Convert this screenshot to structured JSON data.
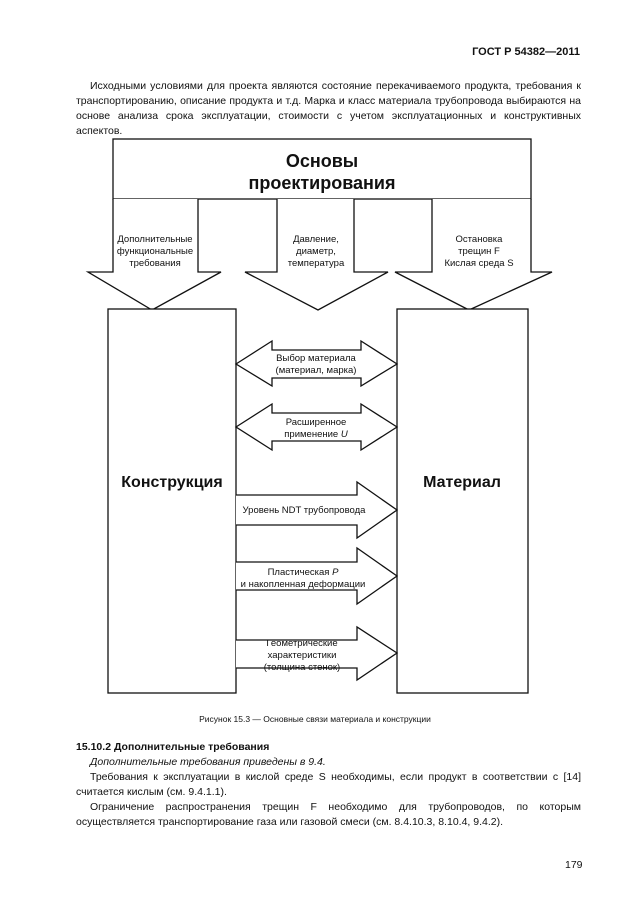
{
  "header": {
    "doc_id": "ГОСТ Р 54382—2011"
  },
  "intro": {
    "text": "Исходными условиями для проекта являются состояние перекачиваемого продукта, требования к транспортированию, описание продукта и т.д. Марка и класс материала трубопровода выбираются на основе анализа срока эксплуатации, стоимости с учетом эксплуатационных и конструктивных аспектов."
  },
  "figure": {
    "top_box": {
      "line1": "Основы",
      "line2": "проектирования"
    },
    "down_arrows": [
      {
        "lines": [
          "Дополнительные",
          "функциональные",
          "требования"
        ]
      },
      {
        "lines": [
          "Давление,",
          "диаметр,",
          "температура"
        ]
      },
      {
        "lines": [
          "Остановка",
          "трещин F",
          "Кислая среда S"
        ]
      }
    ],
    "left_box": "Конструкция",
    "right_box": "Материал",
    "links": [
      {
        "lines": [
          "Выбор материала",
          "(материал, марка)"
        ],
        "kind": "double"
      },
      {
        "lines": [
          "Расширенное",
          "применение U"
        ],
        "kind": "double"
      },
      {
        "lines": [
          "Уровень NDT трубопровода"
        ],
        "kind": "right"
      },
      {
        "lines": [
          "Пластическая P",
          "и накопленная деформации"
        ],
        "kind": "right"
      },
      {
        "lines": [
          "Геометрические",
          "характеристики",
          "(толщина стенок)"
        ],
        "kind": "right"
      }
    ],
    "caption": "Рисунок 15.3 — Основные связи материала и конструкции"
  },
  "section": {
    "heading": "15.10.2 Дополнительные требования",
    "p1": "Дополнительные требования приведены в 9.4.",
    "p2": "Требования к эксплуатации в кислой среде S необходимы, если продукт в соответствии с [14] считается кислым (см. 9.4.1.1).",
    "p3": "Ограничение распространения трещин F необходимо для трубопроводов, по которым осуществляется транспортирование газа или газовой смеси (см. 8.4.10.3, 8.10.4, 9.4.2)."
  },
  "page_number": "179"
}
